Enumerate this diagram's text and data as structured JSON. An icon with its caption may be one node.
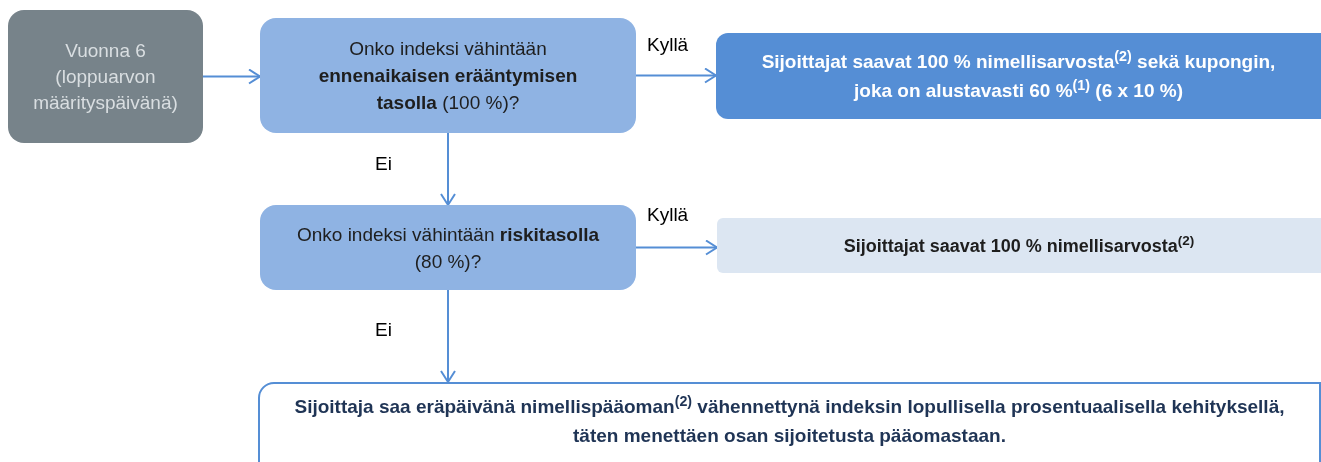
{
  "diagram": {
    "nodes": [
      {
        "text": [
          "Vuonna 6 (loppuarvon määrityspäivänä)"
        ]
      },
      {
        "text": [
          "Onko indeksi vähintään **ennenaikaisen erääntymisen tasolla** (100 %)?"
        ]
      },
      {
        "text": [
          "Sijoittajat saavat 100 % nimellisarvosta$^{(2)}$ sekä kupongin, joka on alustavasti 60 %$^{(1)}$ (6 x 10 %)"
        ]
      },
      {
        "text": [
          "Onko indeksi vähintään **riskitasolla** (80 %)?"
        ]
      },
      {
        "text": [
          "Sijoittajat saavat 100 % nimellisarvosta$^{(2)}$"
        ]
      },
      {
        "text": [
          "Sijoittaja saa eräpäivänä nimellispääoman$^{(2)}$ vähennettynä indeksin lopullisella prosentuaalisella kehityksellä, täten menettäen osan sijoitetusta pääomastaan."
        ]
      }
    ],
    "edges": [
      {
        "from": 0,
        "to": 1,
        "arrow": "to"
      },
      {
        "from": 1,
        "to": 2,
        "arrow": "to",
        "label": "Kyllä"
      },
      {
        "from": 1,
        "to": 3,
        "arrow": "to",
        "label": "Ei"
      },
      {
        "from": 3,
        "to": 4,
        "arrow": "to",
        "label": "Kyllä"
      },
      {
        "from": 3,
        "to": 5,
        "arrow": "to",
        "label": "Ei"
      }
    ]
  }
}
